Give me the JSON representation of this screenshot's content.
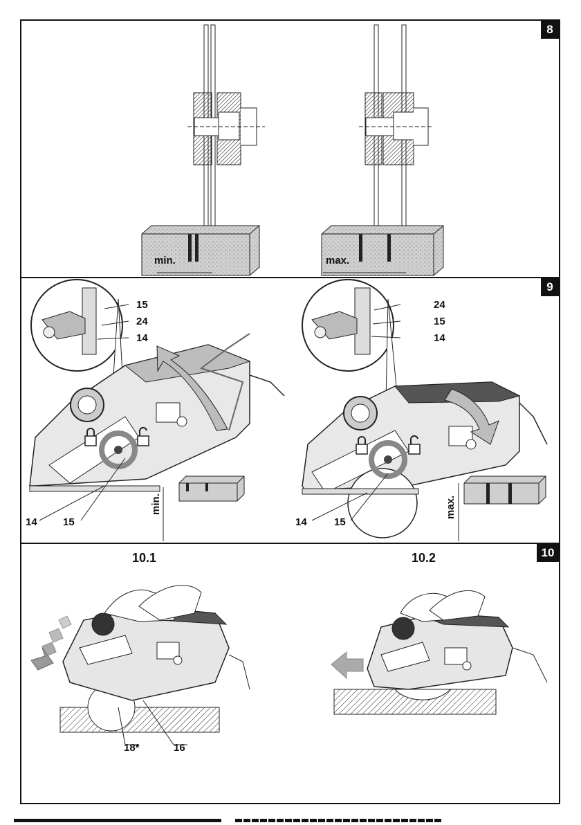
{
  "fig8": {
    "number": "8",
    "left_label": "min.",
    "right_label": "max."
  },
  "fig9": {
    "number": "9",
    "left_callouts": [
      "15",
      "24",
      "14"
    ],
    "right_callouts": [
      "24",
      "15",
      "14"
    ],
    "left_bottom": [
      "14",
      "15"
    ],
    "right_bottom": [
      "14",
      "15"
    ],
    "left_depth_label": "min.",
    "right_depth_label": "max."
  },
  "fig10": {
    "number": "10",
    "sub_left": "10.1",
    "sub_right": "10.2",
    "left_callouts": [
      "18*",
      "16"
    ]
  },
  "icons": [
    "lock-closed-icon",
    "lock-open-icon",
    "rotate-arrow-icon",
    "direction-arrow-icon"
  ]
}
